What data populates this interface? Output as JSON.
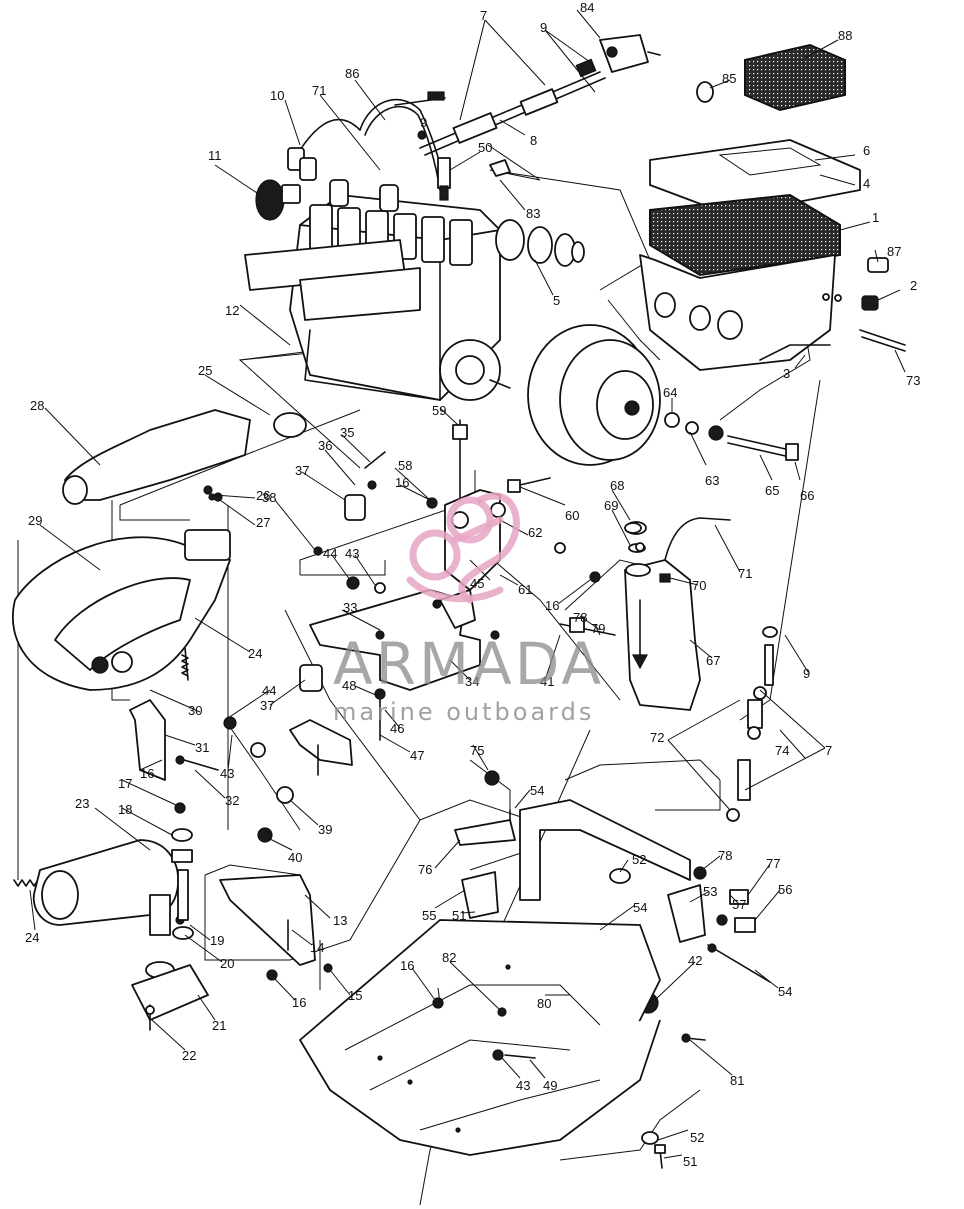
{
  "callouts": [
    {
      "id": "c84a",
      "text": "84"
    },
    {
      "id": "c7a",
      "text": "7"
    },
    {
      "id": "c9a",
      "text": "9"
    },
    {
      "id": "c88",
      "text": "88"
    },
    {
      "id": "c86",
      "text": "86"
    },
    {
      "id": "c10",
      "text": "10"
    },
    {
      "id": "c71a",
      "text": "71"
    },
    {
      "id": "c85",
      "text": "85"
    },
    {
      "id": "c9b",
      "text": "9"
    },
    {
      "id": "c8",
      "text": "8"
    },
    {
      "id": "c50",
      "text": "50"
    },
    {
      "id": "c6",
      "text": "6"
    },
    {
      "id": "c4",
      "text": "4"
    },
    {
      "id": "c11",
      "text": "11"
    },
    {
      "id": "c83",
      "text": "83"
    },
    {
      "id": "c1",
      "text": "1"
    },
    {
      "id": "c87",
      "text": "87"
    },
    {
      "id": "c2",
      "text": "2"
    },
    {
      "id": "c12",
      "text": "12"
    },
    {
      "id": "c5",
      "text": "5"
    },
    {
      "id": "c73",
      "text": "73"
    },
    {
      "id": "c3",
      "text": "3"
    },
    {
      "id": "c25",
      "text": "25"
    },
    {
      "id": "c28",
      "text": "28"
    },
    {
      "id": "c59",
      "text": "59"
    },
    {
      "id": "c64",
      "text": "64"
    },
    {
      "id": "c35",
      "text": "35"
    },
    {
      "id": "c36",
      "text": "36"
    },
    {
      "id": "c58",
      "text": "58"
    },
    {
      "id": "c63",
      "text": "63"
    },
    {
      "id": "c65",
      "text": "65"
    },
    {
      "id": "c66",
      "text": "66"
    },
    {
      "id": "c37a",
      "text": "37"
    },
    {
      "id": "c16a",
      "text": "16"
    },
    {
      "id": "c26",
      "text": "26"
    },
    {
      "id": "c68",
      "text": "68"
    },
    {
      "id": "c60",
      "text": "60"
    },
    {
      "id": "c38",
      "text": "38"
    },
    {
      "id": "c27",
      "text": "27"
    },
    {
      "id": "c69",
      "text": "69"
    },
    {
      "id": "c62",
      "text": "62"
    },
    {
      "id": "c71b",
      "text": "71"
    },
    {
      "id": "c29",
      "text": "29"
    },
    {
      "id": "c44a",
      "text": "44"
    },
    {
      "id": "c43a",
      "text": "43"
    },
    {
      "id": "c70",
      "text": "70"
    },
    {
      "id": "c61",
      "text": "61"
    },
    {
      "id": "c45",
      "text": "45"
    },
    {
      "id": "c16b",
      "text": "16"
    },
    {
      "id": "c78a",
      "text": "78"
    },
    {
      "id": "c79",
      "text": "79"
    },
    {
      "id": "c33",
      "text": "33"
    },
    {
      "id": "c24a",
      "text": "24"
    },
    {
      "id": "c67",
      "text": "67"
    },
    {
      "id": "c9c",
      "text": "9"
    },
    {
      "id": "c34",
      "text": "34"
    },
    {
      "id": "c41",
      "text": "41"
    },
    {
      "id": "c44b",
      "text": "44"
    },
    {
      "id": "c48",
      "text": "48"
    },
    {
      "id": "c37b",
      "text": "37"
    },
    {
      "id": "c30",
      "text": "30"
    },
    {
      "id": "c46",
      "text": "46"
    },
    {
      "id": "c47",
      "text": "47"
    },
    {
      "id": "c72",
      "text": "72"
    },
    {
      "id": "c74",
      "text": "74"
    },
    {
      "id": "c7b",
      "text": "7"
    },
    {
      "id": "c31",
      "text": "31"
    },
    {
      "id": "c16c",
      "text": "16"
    },
    {
      "id": "c43b",
      "text": "43"
    },
    {
      "id": "c75",
      "text": "75"
    },
    {
      "id": "c32",
      "text": "32"
    },
    {
      "id": "c17",
      "text": "17"
    },
    {
      "id": "c54a",
      "text": "54"
    },
    {
      "id": "c39",
      "text": "39"
    },
    {
      "id": "c23",
      "text": "23"
    },
    {
      "id": "c18",
      "text": "18"
    },
    {
      "id": "c40",
      "text": "40"
    },
    {
      "id": "c76",
      "text": "76"
    },
    {
      "id": "c52a",
      "text": "52"
    },
    {
      "id": "c78b",
      "text": "78"
    },
    {
      "id": "c77",
      "text": "77"
    },
    {
      "id": "c53",
      "text": "53"
    },
    {
      "id": "c57",
      "text": "57"
    },
    {
      "id": "c56",
      "text": "56"
    },
    {
      "id": "c55",
      "text": "55"
    },
    {
      "id": "c51a",
      "text": "51"
    },
    {
      "id": "c54b",
      "text": "54"
    },
    {
      "id": "c13",
      "text": "13"
    },
    {
      "id": "c24b",
      "text": "24"
    },
    {
      "id": "c19",
      "text": "19"
    },
    {
      "id": "c14",
      "text": "14"
    },
    {
      "id": "c20",
      "text": "20"
    },
    {
      "id": "c16d",
      "text": "16"
    },
    {
      "id": "c82",
      "text": "82"
    },
    {
      "id": "c80",
      "text": "80"
    },
    {
      "id": "c42",
      "text": "42"
    },
    {
      "id": "c54c",
      "text": "54"
    },
    {
      "id": "c16e",
      "text": "16"
    },
    {
      "id": "c15",
      "text": "15"
    },
    {
      "id": "c21",
      "text": "21"
    },
    {
      "id": "c22",
      "text": "22"
    },
    {
      "id": "c43c",
      "text": "43"
    },
    {
      "id": "c49",
      "text": "49"
    },
    {
      "id": "c81",
      "text": "81"
    },
    {
      "id": "c52b",
      "text": "52"
    },
    {
      "id": "c51b",
      "text": "51"
    }
  ],
  "watermark": {
    "brand": "ARMADA",
    "tagline": "marine outboards",
    "logo_color": "#e6a4c4",
    "text_color": "#8a8a8a"
  }
}
